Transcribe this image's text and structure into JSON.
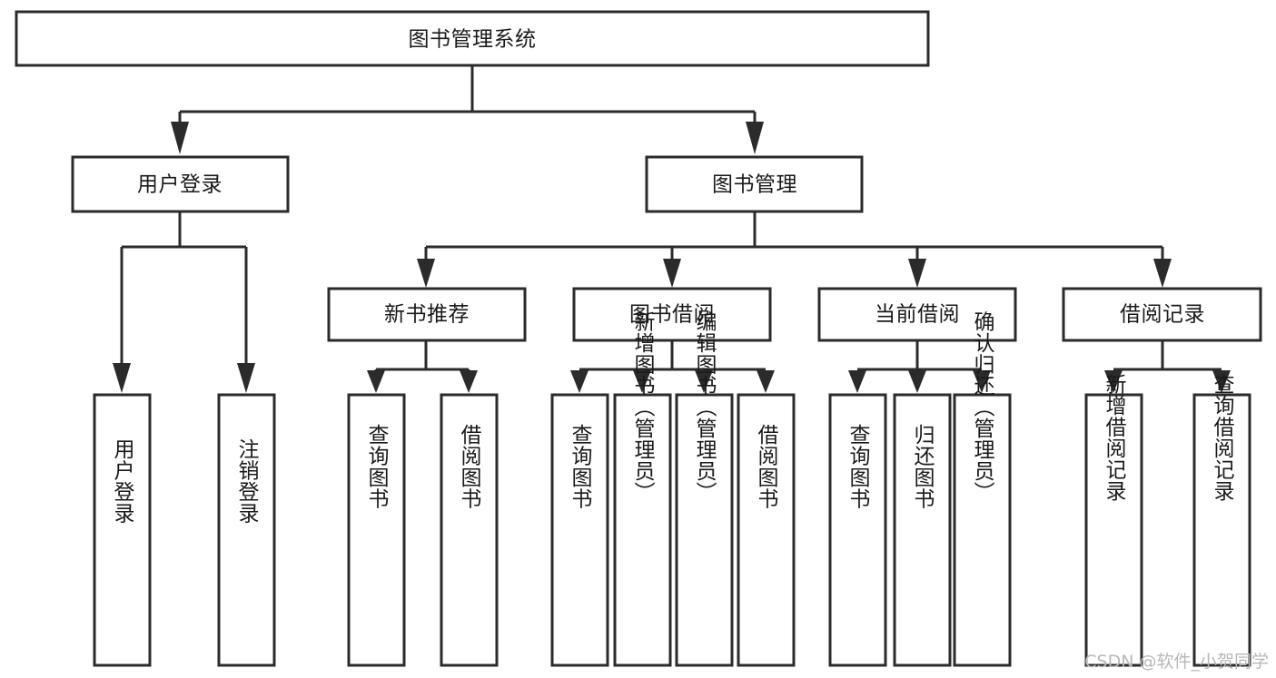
{
  "diagram": {
    "type": "tree-flowchart",
    "title_node": {
      "label": "图书管理系统"
    },
    "level2": [
      {
        "id": "user-login",
        "label": "用户登录"
      },
      {
        "id": "book-management",
        "label": "图书管理"
      }
    ],
    "level3": [
      {
        "id": "new-book-recommend",
        "label": "新书推荐",
        "parent": "book-management"
      },
      {
        "id": "book-borrow",
        "label": "图书借阅",
        "parent": "book-management"
      },
      {
        "id": "current-borrow",
        "label": "当前借阅",
        "parent": "book-management"
      },
      {
        "id": "borrow-record",
        "label": "借阅记录",
        "parent": "book-management"
      }
    ],
    "leaves": {
      "user-login": [
        {
          "id": "leaf-user-login",
          "label": "用户登录"
        },
        {
          "id": "leaf-user-logout",
          "label": "注销登录"
        }
      ],
      "new-book-recommend": [
        {
          "id": "leaf-query-book-1",
          "label": "查询图书"
        },
        {
          "id": "leaf-borrow-book-1",
          "label": "借阅图书"
        }
      ],
      "book-borrow": [
        {
          "id": "leaf-query-book-2",
          "label": "查询图书"
        },
        {
          "id": "leaf-add-book",
          "label": "新增图书（管理员）"
        },
        {
          "id": "leaf-edit-book",
          "label": "编辑图书（管理员）"
        },
        {
          "id": "leaf-borrow-book-2",
          "label": "借阅图书"
        }
      ],
      "current-borrow": [
        {
          "id": "leaf-query-book-3",
          "label": "查询图书"
        },
        {
          "id": "leaf-return-book",
          "label": "归还图书"
        },
        {
          "id": "leaf-confirm-return",
          "label": "确认归还（管理员）"
        }
      ],
      "borrow-record": [
        {
          "id": "leaf-add-record",
          "label": "新增借阅记录"
        },
        {
          "id": "leaf-query-record",
          "label": "查询借阅记录"
        }
      ]
    },
    "colors": {
      "stroke": "#2b2b2b",
      "fill": "#ffffff",
      "text": "#1a1a1a",
      "watermark": "#b8b8b8",
      "background": "#ffffff"
    }
  },
  "watermark": {
    "text": "CSDN @软件_小贺同学"
  }
}
